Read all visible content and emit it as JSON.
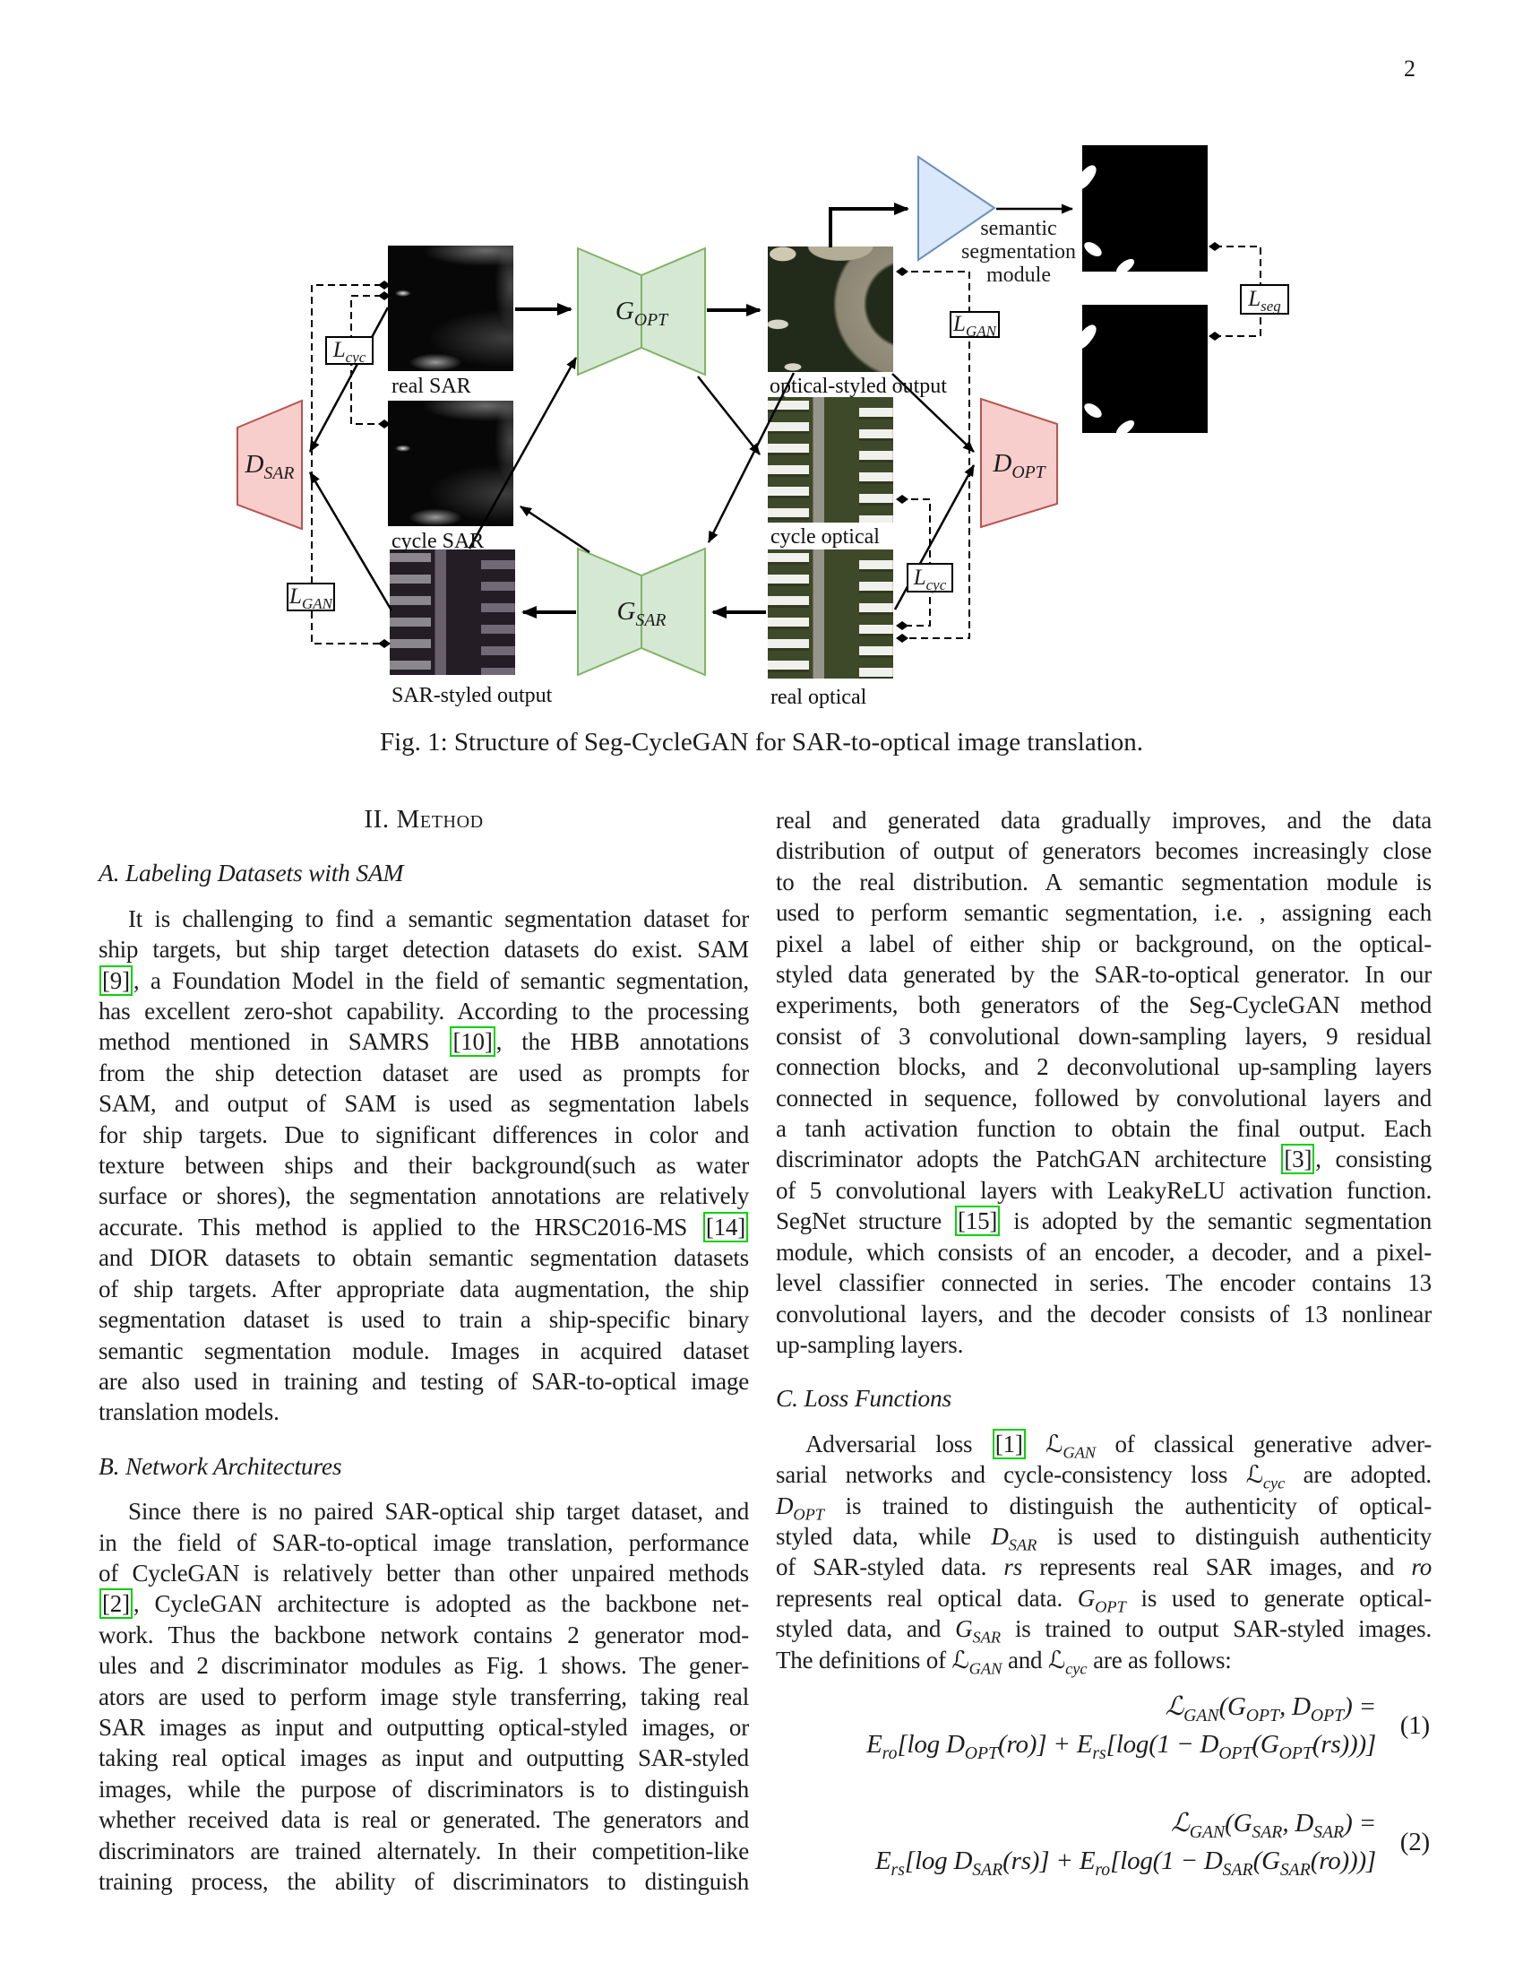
{
  "page": {
    "number": "2"
  },
  "figure": {
    "caption": "Fig. 1: Structure of Seg-CycleGAN for SAR-to-optical image translation.",
    "colors": {
      "generator_fill": "#d5e8d4",
      "generator_border": "#82b366",
      "discriminator_fill": "#f8cecc",
      "discriminator_border": "#b85450",
      "segmodule_fill": "#dae8fc",
      "segmodule_border": "#6c8ebf",
      "citation_box": "#0ad10a"
    },
    "nodes": {
      "g_opt": "*G*~OPT~",
      "g_sar": "*G*~SAR~",
      "d_sar": "*D*~SAR~",
      "d_opt": "*D*~OPT~",
      "l_cyc_left": "*L*~cyc~",
      "l_gan_left": "*L*~GAN~",
      "l_gan_right": "*L*~GAN~",
      "l_cyc_right": "*L*~cyc~",
      "l_seg": "*L*~seg~"
    },
    "seg_module_label": [
      "semantic",
      "segmentation",
      "module"
    ],
    "image_labels": {
      "real_sar": "real SAR",
      "cycle_sar": "cycle SAR",
      "sar_styled": "SAR-styled output",
      "optical_styled": "optical-styled output",
      "cycle_optical": "cycle optical",
      "real_optical": "real optical"
    }
  },
  "left_column": [
    {
      "type": "h1",
      "text": "II. Method"
    },
    {
      "type": "h2",
      "text": "A. Labeling Datasets with SAM"
    },
    {
      "type": "para",
      "indent": true,
      "flushLast": false,
      "lines": [
        "It is challenging to find a semantic segmentation dataset for",
        "ship targets, but ship target detection datasets do exist. SAM",
        "[9], a Foundation Model in the field of semantic segmentation,",
        "has excellent zero-shot capability. According to the processing",
        "method mentioned in SAMRS [10], the HBB annotations",
        "from the ship detection dataset are used as prompts for",
        "SAM, and output of SAM is used as segmentation labels",
        "for ship targets. Due to significant differences in color and",
        "texture between ships and their background(such as water",
        "surface or shores), the segmentation annotations are relatively",
        "accurate. This method is applied to the HRSC2016-MS [14]",
        "and DIOR datasets to obtain semantic segmentation datasets",
        "of ship targets. After appropriate data augmentation, the ship",
        "segmentation dataset is used to train a ship-specific binary",
        "semantic segmentation module. Images in acquired dataset",
        "are also used in training and testing of SAR-to-optical image",
        "translation models."
      ]
    },
    {
      "type": "h2",
      "text": "B. Network Architectures"
    },
    {
      "type": "para",
      "indent": true,
      "flushLast": true,
      "lines": [
        "Since there is no paired SAR-optical ship target dataset, and",
        "in the field of SAR-to-optical image translation, performance",
        "of CycleGAN is relatively better than other unpaired methods",
        "[2], CycleGAN architecture is adopted as the backbone net-",
        "work. Thus the backbone network contains 2 generator mod-",
        "ules and 2 discriminator modules as Fig. 1 shows. The gener-",
        "ators are used to perform image style transferring, taking real",
        "SAR images as input and outputting optical-styled images, or",
        "taking real optical images as input and outputting SAR-styled",
        "images, while the purpose of discriminators is to distinguish",
        "whether received data is real or generated. The generators and",
        "discriminators are trained alternately. In their competition-like",
        "training process, the ability of discriminators to distinguish"
      ]
    }
  ],
  "right_column": [
    {
      "type": "para",
      "indent": false,
      "flushLast": false,
      "lines": [
        "real and generated data gradually improves, and the data",
        "distribution of output of generators becomes increasingly close",
        "to the real distribution. A semantic segmentation module is",
        "used to perform semantic segmentation, i.e. , assigning each",
        "pixel a label of either ship or background, on the optical-",
        "styled data generated by the SAR-to-optical generator. In our",
        "experiments, both generators of the Seg-CycleGAN method",
        "consist of 3 convolutional down-sampling layers, 9 residual",
        "connection blocks, and 2 deconvolutional up-sampling layers",
        "connected in sequence, followed by convolutional layers and",
        "a tanh activation function to obtain the final output. Each",
        "discriminator adopts the PatchGAN architecture [3], consisting",
        "of 5 convolutional layers with LeakyReLU activation function.",
        "SegNet structure [15] is adopted by the semantic segmentation",
        "module, which consists of an encoder, a decoder, and a pixel-",
        "level classifier connected in series. The encoder contains 13",
        "convolutional layers, and the decoder consists of 13 nonlinear",
        "up-sampling layers."
      ]
    },
    {
      "type": "h2",
      "text": "C. Loss Functions"
    },
    {
      "type": "para",
      "indent": true,
      "flushLast": false,
      "lines": [
        "Adversarial loss [1] ℒ~GAN~ of classical generative adver-",
        "sarial networks and cycle-consistency loss ℒ~cyc~ are adopted.",
        "*D*~OPT~ is trained to distinguish the authenticity of optical-",
        "styled data, while *D*~SAR~ is used to distinguish authenticity",
        "of SAR-styled data. *rs* represents real SAR images, and *ro*",
        "represents real optical data. *G*~OPT~ is used to generate optical-",
        "styled data, and *G*~SAR~ is trained to output SAR-styled images.",
        "The definitions of ℒ~GAN~ and ℒ~cyc~ are as follows:"
      ]
    },
    {
      "type": "equation",
      "number": "(1)",
      "lines": [
        "ℒ~GAN~(*G*~OPT~, *D*~OPT~) =",
        "*E*~ro~[log *D*~OPT~(*ro*)] + *E*~rs~[log(1 − *D*~OPT~(*G*~OPT~(*rs*)))]"
      ]
    },
    {
      "type": "equation",
      "number": "(2)",
      "lines": [
        "ℒ~GAN~(*G*~SAR~, *D*~SAR~) =",
        "*E*~rs~[log *D*~SAR~(*rs*)] + *E*~ro~[log(1 − *D*~SAR~(*G*~SAR~(*ro*)))]"
      ]
    }
  ]
}
